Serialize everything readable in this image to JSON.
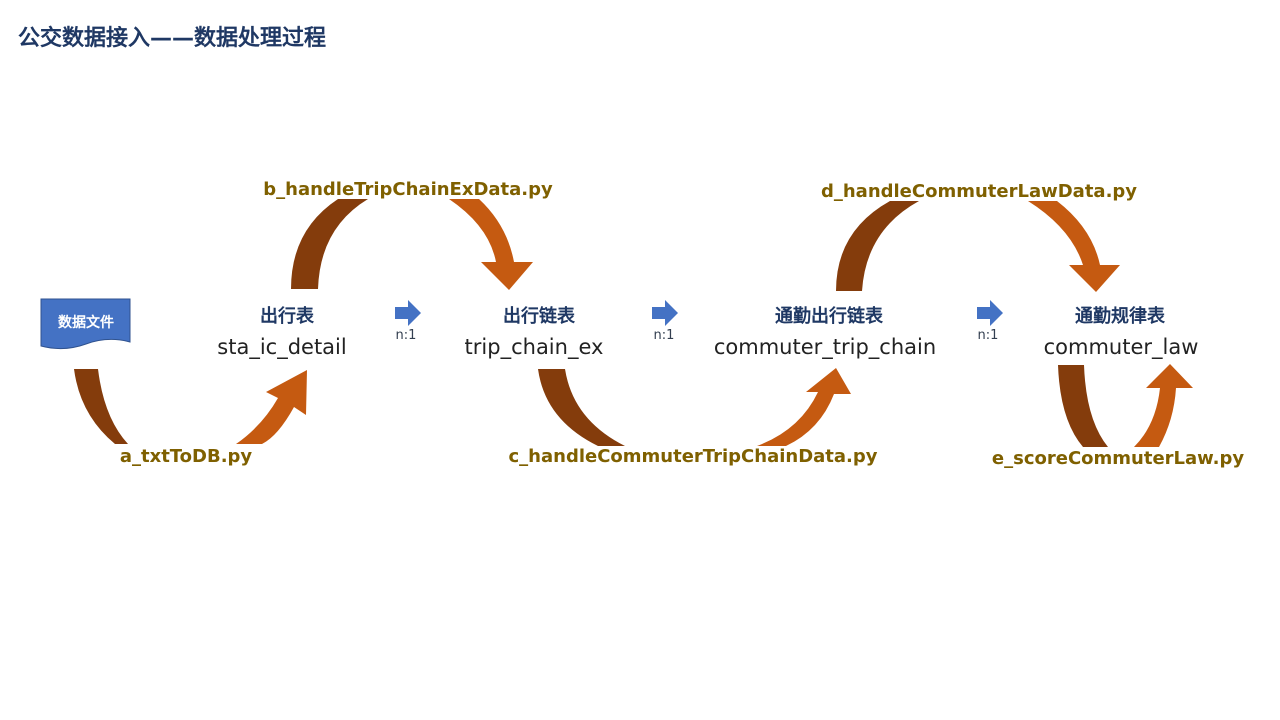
{
  "title": "公交数据接入——数据处理过程",
  "source": {
    "label": "数据文件",
    "color": "#4472c4"
  },
  "tables": [
    {
      "cn": "出行表",
      "en": "sta_ic_detail"
    },
    {
      "cn": "出行链表",
      "en": "trip_chain_ex"
    },
    {
      "cn": "通勤出行链表",
      "en": "commuter_trip_chain"
    },
    {
      "cn": "通勤规律表",
      "en": "commuter_law"
    }
  ],
  "scripts": [
    {
      "name": "a_txtToDB.py"
    },
    {
      "name": "b_handleTripChainExData.py"
    },
    {
      "name": "c_handleCommuterTripChainData.py"
    },
    {
      "name": "d_handleCommuterLawData.py"
    },
    {
      "name": "e_scoreCommuterLaw.py"
    }
  ],
  "relations": [
    {
      "label": "n:1"
    },
    {
      "label": "n:1"
    },
    {
      "label": "n:1"
    }
  ],
  "colors": {
    "title": "#1f3864",
    "script_text": "#7f6000",
    "arc_dark": "#843c0c",
    "arc_light": "#c55a11",
    "relation_arrow": "#4472c4"
  }
}
